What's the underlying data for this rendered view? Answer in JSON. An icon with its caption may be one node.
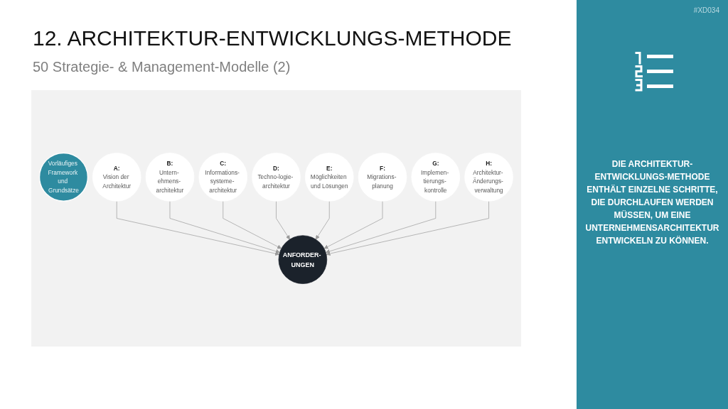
{
  "diagram": {
    "title": "12. ARCHITEKTUR-ENTWICKLUNGS-METHODE",
    "nodes": [
      {
        "text": [
          "Vorläufiges Framework und Grundsätze"
        ]
      },
      {
        "text": [
          "A:",
          "Vision der Architektur"
        ]
      },
      {
        "text": [
          "H:",
          "Architektur- Änderungs- verwaltung"
        ]
      },
      {
        "text": [
          "B:",
          "Untern- ehmens- architektur"
        ]
      },
      {
        "text": [
          "G:",
          "Implemen- tierungs- kontrolle"
        ]
      },
      {
        "text": [
          "ANFORDER- UNGEN"
        ]
      },
      {
        "text": [
          "C:",
          "Informations- systeme- architektur"
        ]
      },
      {
        "text": [
          "F:",
          "Migrations- planung"
        ]
      },
      {
        "text": [
          "D:",
          "Techno-logie- architektur"
        ]
      },
      {
        "text": [
          "E:",
          "Möglichkeiten und Lösungen"
        ]
      }
    ],
    "edges": [
      {
        "from": 1,
        "to": 5,
        "arrow": "to"
      },
      {
        "from": 3,
        "to": 5,
        "arrow": "to"
      },
      {
        "from": 6,
        "to": 5,
        "arrow": "to"
      },
      {
        "from": 8,
        "to": 5,
        "arrow": "to"
      },
      {
        "from": 9,
        "to": 5,
        "arrow": "to"
      },
      {
        "from": 7,
        "to": 5,
        "arrow": "to"
      },
      {
        "from": 4,
        "to": 5,
        "arrow": "to"
      },
      {
        "from": 2,
        "to": 5,
        "arrow": "to"
      }
    ],
    "labels": [
      "#XD034",
      "50 Strategie- & Management-Modelle (2)",
      "DIE ARCHITEKTUR- ENTWICKLUNGS-METHODE ENTHÄLT EINZELNE SCHRITTE, DIE DURCHLAUFEN WERDEN MÜSSEN, UM EINE UNTERNEHMENSARCHITEKTUR ENTWICKELN ZU KÖNNEN."
    ]
  }
}
